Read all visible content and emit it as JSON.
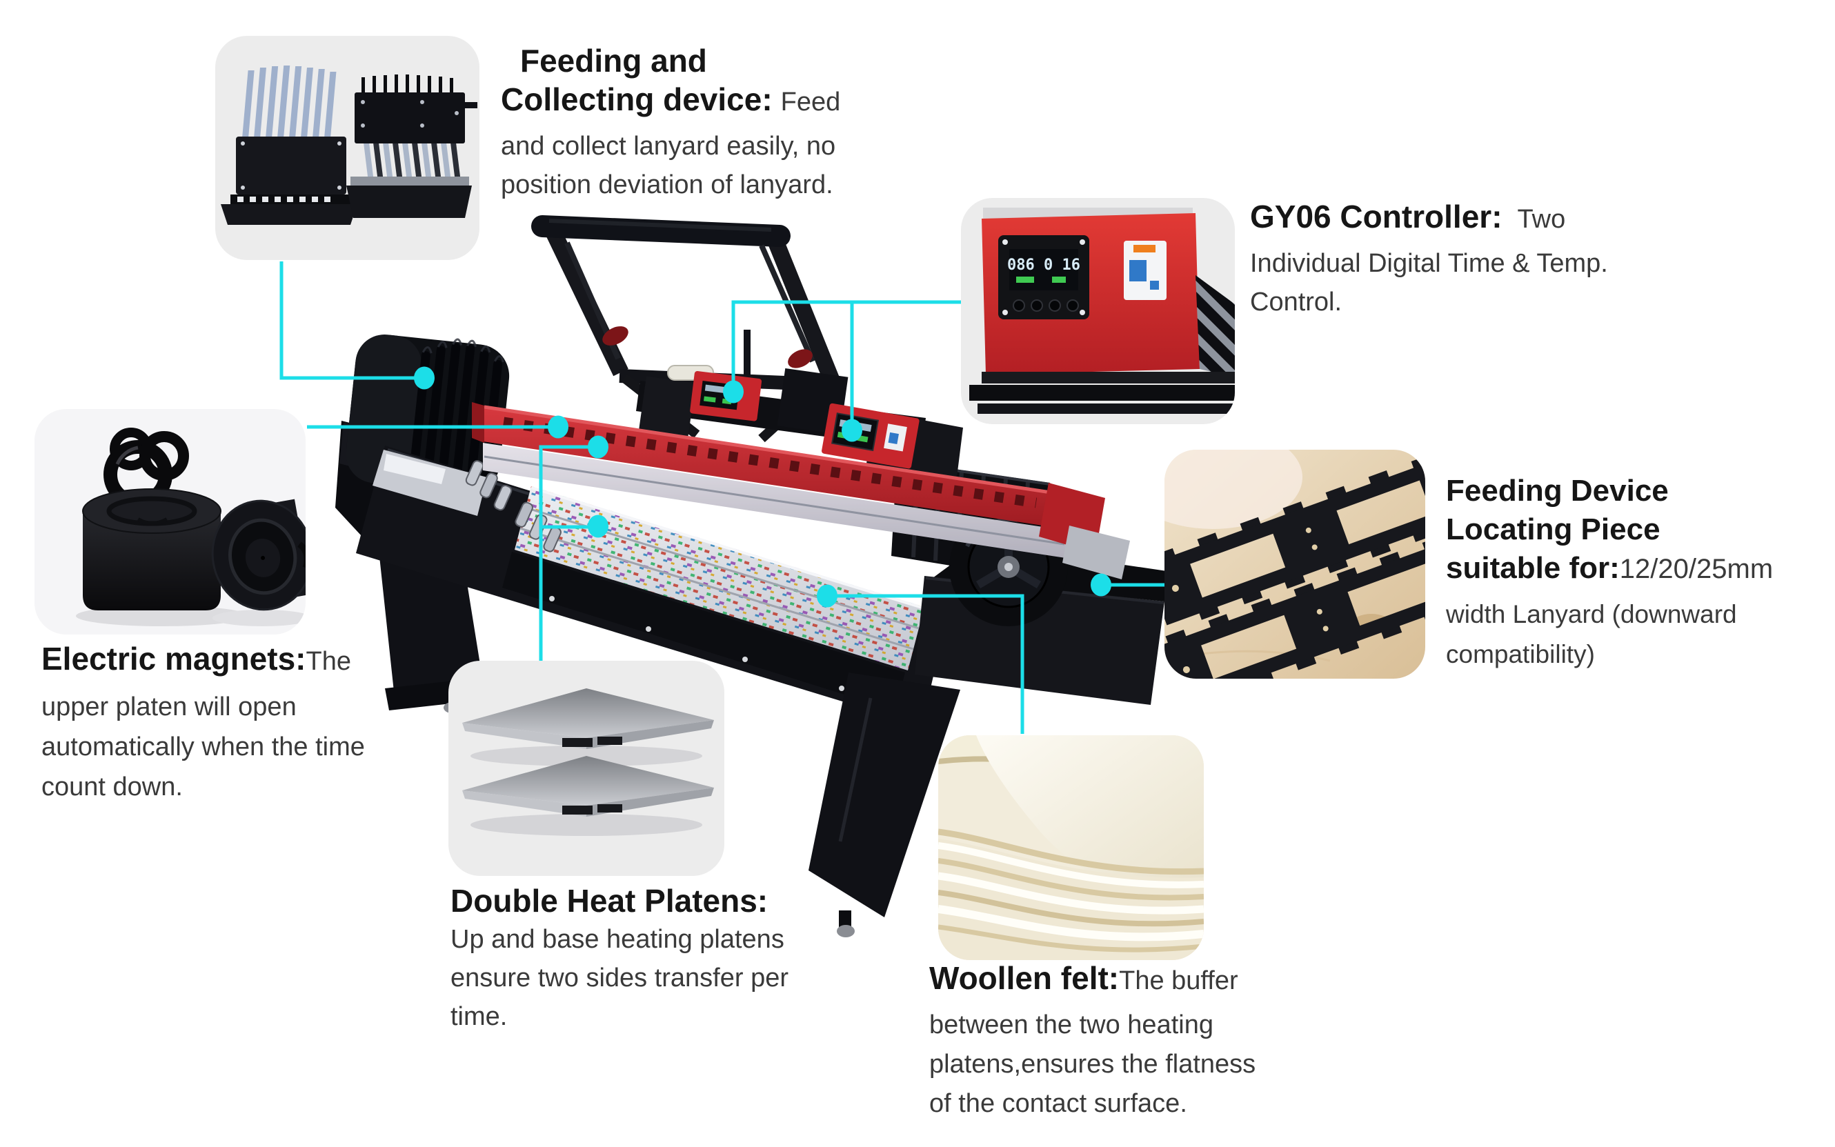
{
  "colors": {
    "accent": "#1CDEE8",
    "photo_bg": "#ECECEC",
    "machine_red": "#C7262C",
    "heading_text": "#161616",
    "body_text": "#3A3A3A"
  },
  "callouts": {
    "feeding_collecting": {
      "title_lines": [
        "Feeding and",
        "Collecting device:"
      ],
      "lead": "Feed",
      "body_lines": [
        "and collect lanyard easily, no",
        "position deviation of lanyard."
      ]
    },
    "gy06": {
      "title": "GY06 Controller:",
      "lead": "Two",
      "body_lines": [
        "Individual Digital Time & Temp.",
        "Control."
      ]
    },
    "electric_magnets": {
      "title": "Electric magnets:",
      "lead": "The",
      "body_lines": [
        "upper platen will open",
        "automatically when the time",
        "count down."
      ]
    },
    "locating_piece": {
      "title_lines": [
        "Feeding Device",
        "Locating Piece",
        "suitable for:"
      ],
      "lead": "12/20/25mm",
      "body_lines": [
        "width Lanyard (downward",
        "compatibility)"
      ]
    },
    "double_platens": {
      "title": "Double Heat Platens:",
      "body_lines": [
        "Up and base heating platens",
        "ensure two sides transfer per",
        "time."
      ]
    },
    "woollen_felt": {
      "title": "Woollen felt:",
      "lead": "The buffer",
      "body_lines": [
        "between the two heating",
        "platens,ensures the flatness",
        "of the contact surface."
      ]
    }
  },
  "gy06_photo": {
    "display_digits": "086 0 16"
  }
}
